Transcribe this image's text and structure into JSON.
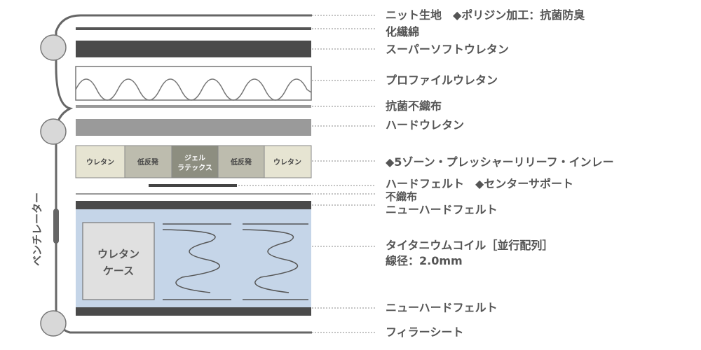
{
  "layers": {
    "knit": "ニット生地　◆ポリジン加工：抗菌防臭",
    "synthetic": "化繊綿",
    "super_soft": "スーパーソフトウレタン",
    "profile": "プロファイルウレタン",
    "antibac_nonwoven": "抗菌不織布",
    "hard_urethane": "ハードウレタン",
    "zone_inlay": "◆5ゾーン・プレッシャーリリーフ・インレー",
    "hard_felt": "ハードフェルト　◆センターサポート",
    "nonwoven": "不織布",
    "new_hard_felt_top": "ニューハードフェルト",
    "coil": "タイタニウムコイル［並行配列］",
    "wire": "線径：2.0mm",
    "new_hard_felt_bottom": "ニューハードフェルト",
    "filler": "フィラーシート"
  },
  "zones": [
    "ウレタン",
    "低反発",
    "ジェル\nラテックス",
    "低反発",
    "ウレタン"
  ],
  "zone_labels": {
    "z1": "ウレタン",
    "z2": "低反発",
    "z3a": "ジェル",
    "z3b": "ラテックス",
    "z4": "低反発",
    "z5": "ウレタン"
  },
  "case_label": {
    "line1": "ウレタン",
    "line2": "ケース"
  },
  "ventilator": "ベンチレーター",
  "colors": {
    "dark_band": "#4a4a4a",
    "mid_band": "#9a9a9a",
    "coil_bg": "#c5d5e8",
    "zone_light": "#e6e4d2",
    "zone_mid": "#bdbcae",
    "zone_dark": "#8d8e80",
    "text": "#555555"
  }
}
